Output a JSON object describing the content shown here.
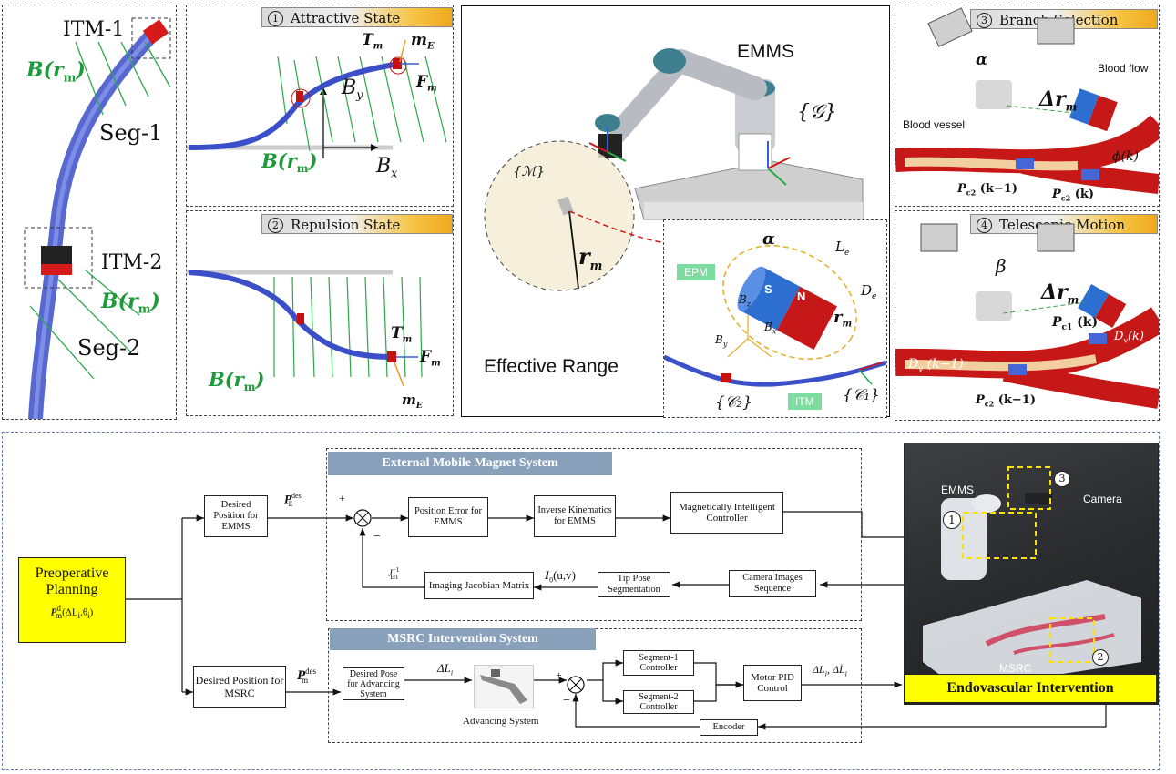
{
  "top": {
    "left_panel": {
      "itm1": "ITM-1",
      "itm2": "ITM-2",
      "seg1": "Seg-1",
      "seg2": "Seg-2",
      "field1": "B(r",
      "field_sub": "m",
      "field_close": ")"
    },
    "state1": {
      "num": "1",
      "title": "Attractive State",
      "tm": "T",
      "tm_sub": "m",
      "me": "m",
      "me_sub": "E",
      "fm": "F",
      "fm_sub": "m",
      "by": "B",
      "by_sub": "y",
      "bx": "B",
      "bx_sub": "x",
      "field": "B(r",
      "field_sub": "m",
      "field_close": ")"
    },
    "state2": {
      "num": "2",
      "title": "Repulsion State",
      "tm": "T",
      "tm_sub": "m",
      "fm": "F",
      "fm_sub": "m",
      "me": "m",
      "me_sub": "E",
      "field": "B(r",
      "field_sub": "m",
      "field_close": ")"
    },
    "center": {
      "emms": "EMMS",
      "g_frame": "{𝒢}",
      "m_frame": "{ℳ}",
      "rm": "r",
      "rm_sub": "m",
      "effective": "Effective Range",
      "alpha": "α",
      "le": "L",
      "le_sub": "e",
      "de": "D",
      "de_sub": "e",
      "epm": "EPM",
      "itm": "ITM",
      "bz": "B",
      "bz_sub": "z",
      "bx": "B",
      "bx_sub": "x",
      "by": "B",
      "by_sub": "y",
      "c2": "{𝒞₂}",
      "c1": "{𝒞₁}",
      "s": "S",
      "n": "N"
    },
    "state3": {
      "num": "3",
      "title": "Branch Selection",
      "alpha": "α",
      "drm": "Δr",
      "drm_sub": "m",
      "blood_flow": "Blood flow",
      "blood_vessel": "Blood vessel",
      "phi": "ϕ(k)",
      "pc2a": "P",
      "pc2a_sub": "c2",
      "pc2a_arg": "(k−1)",
      "pc2b": "P",
      "pc2b_sub": "c2",
      "pc2b_arg": "(k)"
    },
    "state4": {
      "num": "4",
      "title": "Telescopic Motion",
      "beta": "β",
      "drm": "Δr",
      "drm_sub": "m",
      "pc1": "P",
      "pc1_sub": "c1",
      "pc1_arg": "(k)",
      "dv": "D",
      "dv_sub": "v",
      "dv_arg": "(k−1)",
      "dvk": "D",
      "dvk_sub": "v",
      "dvk_arg": "(k)",
      "pc2": "P",
      "pc2_sub": "c2",
      "pc2_arg": "(k−1)"
    }
  },
  "bottom": {
    "emms_title": "External Mobile Magnet System",
    "msrc_title": "MSRC Intervention System",
    "preop": {
      "line1": "Preoperative",
      "line2": "Planning",
      "formula": "P",
      "formula_sup": "d",
      "formula_sub": "m",
      "formula_arg": "(ΔL",
      "formula_arg_sub": "i",
      "formula_arg_end": ",θ",
      "formula_arg_sub2": "i",
      "formula_close": ")"
    },
    "desired_emms": "Desired Position for EMMS",
    "desired_msrc": "Desired Position for MSRC",
    "pe_des": "P",
    "pe_des_sup": "des",
    "pe_des_sub": "E",
    "pm_des": "P",
    "pm_des_sup": "des",
    "pm_des_sub": "m",
    "plus": "+",
    "minus": "−",
    "pos_err": "Position Error for EMMS",
    "inv_kin": "Inverse Kinematics for EMMS",
    "mag_ctrl": "Magnetically Intelligent Controller",
    "cam_img": "Camera Images Sequence",
    "tip_pose": "Tip Pose Segmentation",
    "img_jac": "Imaging Jacobian Matrix",
    "i0": "I",
    "i0_sub": "0",
    "i0_arg": "(u,v)",
    "jinv": "J",
    "jinv_sup": "−1",
    "jinv_sub": "E/I",
    "desired_adv": "Desired Pose for Advancing System",
    "dli": "ΔL",
    "dli_sub": "i",
    "adv_sys": "Advancing System",
    "seg1_ctrl": "Segment-1 Controller",
    "seg2_ctrl": "Segment-2 Controller",
    "motor_pid": "Motor PID Control",
    "dli_out": "ΔL",
    "dli_out_sub": "i",
    "dli_dot": ", ΔL̇",
    "dli_dot_sub": "i",
    "encoder": "Encoder",
    "photo": {
      "emms": "EMMS",
      "camera": "Camera",
      "msrc": "MSRC",
      "n1": "1",
      "n2": "2",
      "n3": "3"
    },
    "endo": "Endovascular Intervention"
  },
  "colors": {
    "accent_orange": "#f0a91c",
    "field_green": "#1e9a3a",
    "sys_bar": "#8aa1bc",
    "highlight_yellow": "#ffff00",
    "vessel_red": "#d01818",
    "catheter_blue": "#3b4fd6"
  }
}
